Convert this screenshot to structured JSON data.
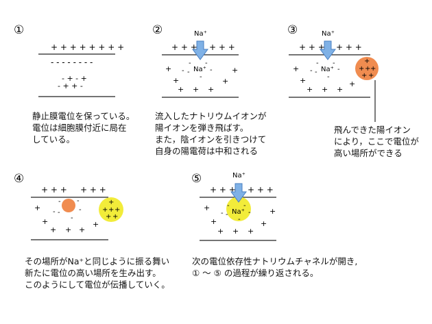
{
  "panels": [
    {
      "number": "①",
      "membrane_top": "+ + + + + + + +",
      "membrane_bottom": "- - - - - - - -",
      "inner_charges": "- + - +",
      "inner_charges_2": "- + + -",
      "caption": [
        "静止膜電位を保っている。",
        "電位は細胞膜付近に局在",
        "している。"
      ]
    },
    {
      "number": "②",
      "ion_label": "Na⁺",
      "inner_label": "Na⁺",
      "membrane_top_left": "+ + +",
      "membrane_top_right": "+ + +",
      "caption": [
        "流入したナトリウムイオンが",
        "陽イオンを弾き飛ばす。",
        "また，陰イオンを引きつけて",
        "自身の陽電荷は中和される"
      ]
    },
    {
      "number": "③",
      "ion_label": "Na⁺",
      "inner_label": "Na⁺",
      "membrane_top_left": "+ + +",
      "membrane_top_right": "+ + +",
      "caption": [
        "飛んできた陽イオン",
        "により，ここで電位が",
        "高い場所ができる"
      ]
    },
    {
      "number": "④",
      "membrane_top_left": "+ + +",
      "membrane_top_right": "+ + +",
      "caption": [
        "その場所がNa⁺と同じように振る舞い",
        "新たに電位の高い場所を生み出す。",
        "このようにして電位が伝播していく。"
      ]
    },
    {
      "number": "⑤",
      "ion_label": "Na⁺",
      "inner_label": "Na⁺",
      "membrane_top_left": "+ + +",
      "membrane_top_right": "+ + +",
      "caption": [
        "次の電位依存性ナトリウムチャネルが開き,",
        "① ～ ⑤ の過程が繰り返される。"
      ]
    }
  ],
  "colors": {
    "arrow_fill": "#7fb1e6",
    "arrow_stroke": "#4a7fc0",
    "orange": "#f08c50",
    "yellow": "#f2ec3a",
    "line": "#222222"
  },
  "icons": {
    "arrow": "down-arrow-icon",
    "charge_cluster": "charge-cluster-icon"
  }
}
